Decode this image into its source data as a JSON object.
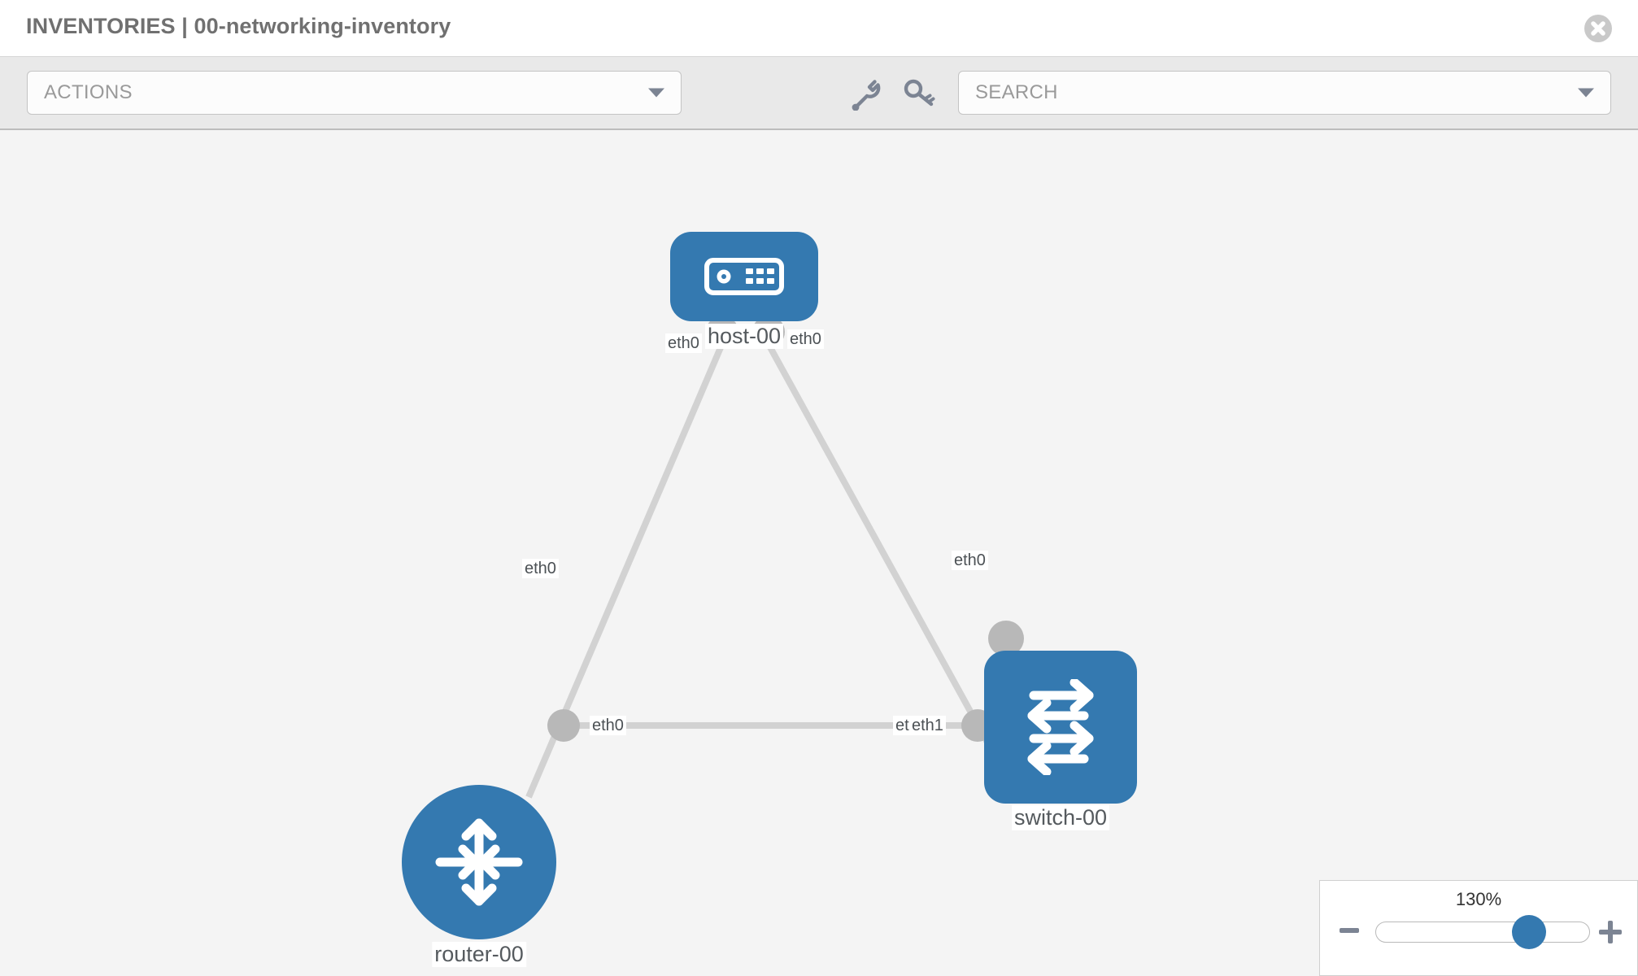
{
  "header": {
    "title": "INVENTORIES | 00-networking-inventory",
    "close_label": "close-icon"
  },
  "toolbar": {
    "actions_label": "ACTIONS",
    "search_placeholder": "SEARCH",
    "wrench_label": "wrench-icon",
    "key_label": "key-icon"
  },
  "topology": {
    "nodes": [
      {
        "id": "host-00",
        "label": "host-00",
        "type": "host",
        "shape": "rounded"
      },
      {
        "id": "router-00",
        "label": "router-00",
        "type": "router",
        "shape": "circle"
      },
      {
        "id": "switch-00",
        "label": "switch-00",
        "type": "switch",
        "shape": "rounded"
      }
    ],
    "links": [
      {
        "source": "host-00",
        "target": "router-00",
        "source_interface": "eth0",
        "target_interface": "eth0"
      },
      {
        "source": "host-00",
        "target": "switch-00",
        "source_interface": "eth0",
        "target_interface": "eth0"
      },
      {
        "source": "router-00",
        "target": "switch-00",
        "source_interface": "eth0",
        "target_interface": "eth1"
      }
    ],
    "interface_labels": {
      "host_left": "eth0",
      "host_right": "eth0",
      "router_top": "eth0",
      "switch_top": "eth0",
      "router_right": "eth0",
      "switch_left_a": "eth0",
      "switch_left_b": "eth1"
    }
  },
  "zoom_control": {
    "value_label": "130%",
    "minus_label": "minus-icon",
    "plus_label": "plus-icon"
  },
  "colors": {
    "node_blue": "#3479b0",
    "edge_gray": "#d2d2d2",
    "endpoint_gray": "#b8b8b8",
    "toolbar_bg": "#e9e9e9",
    "canvas_bg": "#f4f4f4",
    "title_gray": "#707070"
  }
}
